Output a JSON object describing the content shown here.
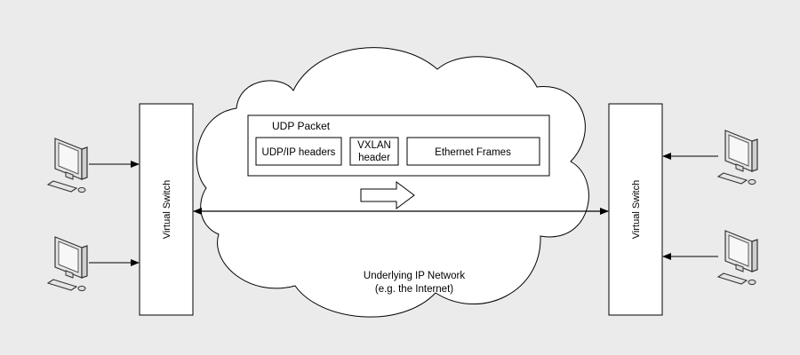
{
  "packet": {
    "title": "UDP Packet",
    "udp_ip_headers": "UDP/IP headers",
    "vxlan_line1": "VXLAN",
    "vxlan_line2": "header",
    "ethernet_frames": "Ethernet Frames"
  },
  "network": {
    "line1": "Underlying IP Network",
    "line2": "(e.g. the Internet)"
  },
  "switches": {
    "left_label": "Virtual Switch",
    "right_label": "Virtual Switch"
  },
  "icons": {
    "host": "desktop-computer-icon"
  },
  "colors": {
    "background": "#ebebeb",
    "stroke": "#000000",
    "fill": "#ffffff"
  }
}
